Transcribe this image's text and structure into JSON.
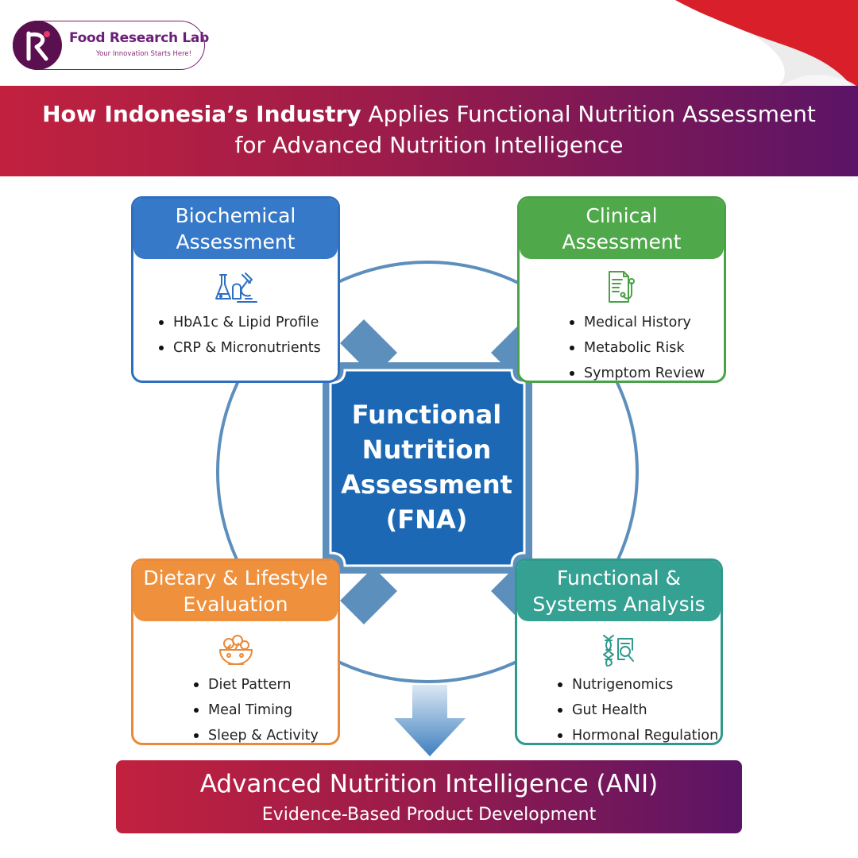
{
  "brand": {
    "name": "Food Research Lab",
    "tagline": "Your Innovation Starts Here!"
  },
  "title": {
    "bold_part": "How Indonesia’s Industry",
    "rest_part": " Applies Functional Nutrition Assessment",
    "line2": "for Advanced Nutrition Intelligence"
  },
  "center": {
    "label": "Functional\nNutrition\nAssessment\n(FNA)"
  },
  "cards": {
    "biochemical": {
      "title": "Biochemical\nAssessment",
      "icon": "lab-microscope-icon",
      "items": [
        "HbA1c & Lipid Profile",
        "CRP & Micronutrients"
      ]
    },
    "clinical": {
      "title": "Clinical\nAssessment",
      "icon": "medical-report-stethoscope-icon",
      "items": [
        "Medical History",
        "Metabolic Risk",
        "Symptom Review"
      ]
    },
    "dietary": {
      "title": "Dietary & Lifestyle\nEvaluation",
      "icon": "salad-bowl-icon",
      "items": [
        "Diet Pattern",
        "Meal Timing",
        "Sleep & Activity"
      ]
    },
    "functional": {
      "title": "Functional &\nSystems Analysis",
      "icon": "dna-magnifier-icon",
      "items": [
        "Nutrigenomics",
        "Gut Health",
        "Hormonal Regulation"
      ]
    }
  },
  "result": {
    "title": "Advanced Nutrition Intelligence (ANI)",
    "subtitle": "Evidence-Based Product Development"
  },
  "colors": {
    "accent_red": "#c2213e",
    "accent_purple": "#5b1466",
    "center_blue": "#1c68b4",
    "ring_blue": "#5d8fbd",
    "biochemical": "#3679c9",
    "clinical": "#4fa84a",
    "dietary": "#ef903d",
    "functional": "#34a193"
  }
}
